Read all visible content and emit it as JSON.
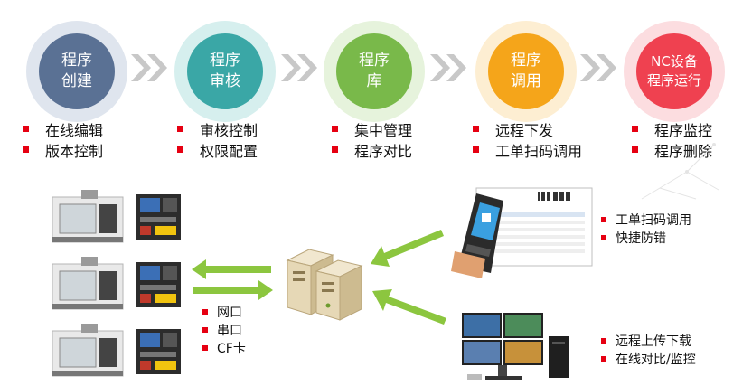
{
  "steps": [
    {
      "lines": [
        "程序",
        "创建"
      ],
      "color": "#5a7194",
      "ring": "#dfe5ee"
    },
    {
      "lines": [
        "程序",
        "审核"
      ],
      "color": "#3aa7a6",
      "ring": "#d6efee"
    },
    {
      "lines": [
        "程序",
        "库"
      ],
      "color": "#79b94a",
      "ring": "#e6f3dc"
    },
    {
      "lines": [
        "程序",
        "调用"
      ],
      "color": "#f5a51a",
      "ring": "#fdeed2"
    },
    {
      "lines": [
        "NC设备",
        "程序运行"
      ],
      "color": "#ef4150",
      "ring": "#fcdde0"
    }
  ],
  "features": [
    [
      "在线编辑",
      "版本控制"
    ],
    [
      "审核控制",
      "权限配置"
    ],
    [
      "集中管理",
      "程序对比"
    ],
    [
      "远程下发",
      "工单扫码调用"
    ],
    [
      "程序监控",
      "程序删除"
    ]
  ],
  "connections": [
    "网口",
    "串口",
    "CF卡"
  ],
  "scanner_features": [
    "工单扫码调用",
    "快捷防错"
  ],
  "monitor_features": [
    "远程上传下载",
    "在线对比/监控"
  ],
  "colors": {
    "bullet": "#e60012",
    "arrow_green": "#8cc63f",
    "chevron": "#c8c8c8"
  },
  "icons": [
    "cnc-machine-icon",
    "cnc-control-panel-icon",
    "server-icon",
    "barcode-scanner-icon",
    "monitor-workstation-icon"
  ]
}
